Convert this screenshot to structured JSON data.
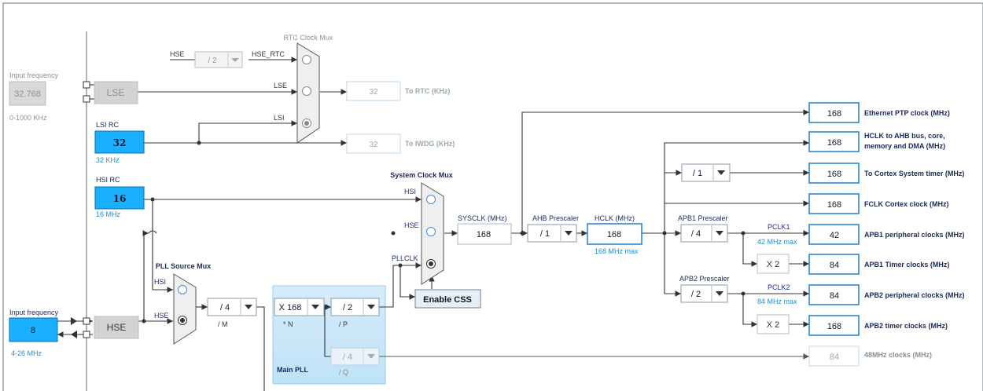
{
  "left": {
    "input_frequency_label_lse": "Input frequency",
    "lse_freq_value": "32.768",
    "lse_range": "0-1000 KHz",
    "lse_block": "LSE",
    "lsi_label": "LSI RC",
    "lsi_value": "32",
    "lsi_unit": "32 KHz",
    "hsi_label": "HSI RC",
    "hsi_value": "16",
    "hsi_unit": "16 MHz",
    "input_frequency_label_hse": "Input frequency",
    "hse_freq_value": "8",
    "hse_range": "4-26 MHz",
    "hse_block": "HSE"
  },
  "rtc": {
    "mux_title": "RTC Clock Mux",
    "hse_label": "HSE",
    "div_value": "/ 2",
    "hse_rtc_label": "HSE_RTC",
    "lse_label": "LSE",
    "lsi_label": "LSI",
    "rtc_value": "32",
    "rtc_label": "To RTC (KHz)",
    "iwdg_value": "32",
    "iwdg_label": "To IWDG (KHz)"
  },
  "sysmux": {
    "title": "System Clock Mux",
    "hsi": "HSI",
    "hse": "HSE",
    "pllclk": "PLLCLK",
    "enable_css": "Enable CSS",
    "sysclk_label": "SYSCLK (MHz)",
    "sysclk_value": "168"
  },
  "pll": {
    "src_title": "PLL Source Mux",
    "hsi": "HSI",
    "hse": "HSE",
    "m_value": "/ 4",
    "m_label": "/ M",
    "n_value": "X 168",
    "n_label": "* N",
    "p_value": "/ 2",
    "p_label": "/ P",
    "q_value": "/ 4",
    "q_label": "/ Q",
    "main_pll": "Main PLL"
  },
  "ahb": {
    "prescaler_label": "AHB Prescaler",
    "prescaler_value": "/ 1",
    "hclk_label": "HCLK (MHz)",
    "hclk_value": "168",
    "hclk_max": "168 MHz max"
  },
  "apb1": {
    "prescaler_label": "APB1 Prescaler",
    "prescaler_value": "/ 4",
    "pclk_label": "PCLK1",
    "pclk_max": "42 MHz max",
    "timer_mult": "X 2"
  },
  "apb2": {
    "prescaler_label": "APB2 Prescaler",
    "prescaler_value": "/ 2",
    "pclk_label": "PCLK2",
    "pclk_max": "84 MHz max",
    "timer_mult": "X 2"
  },
  "cortex_div": "/ 1",
  "outputs": [
    {
      "value": "168",
      "label": "Ethernet PTP clock (MHz)"
    },
    {
      "value": "168",
      "label": "HCLK to AHB bus, core,",
      "label2": "memory and DMA (MHz)"
    },
    {
      "value": "168",
      "label": "To Cortex System timer (MHz)"
    },
    {
      "value": "168",
      "label": "FCLK Cortex clock (MHz)"
    },
    {
      "value": "42",
      "label": "APB1 peripheral clocks (MHz)"
    },
    {
      "value": "84",
      "label": "APB1 Timer clocks (MHz)"
    },
    {
      "value": "84",
      "label": "APB2 peripheral clocks (MHz)"
    },
    {
      "value": "168",
      "label": "APB2 timer clocks (MHz)"
    },
    {
      "value": "84",
      "label": "48MHz clocks (MHz)"
    }
  ]
}
